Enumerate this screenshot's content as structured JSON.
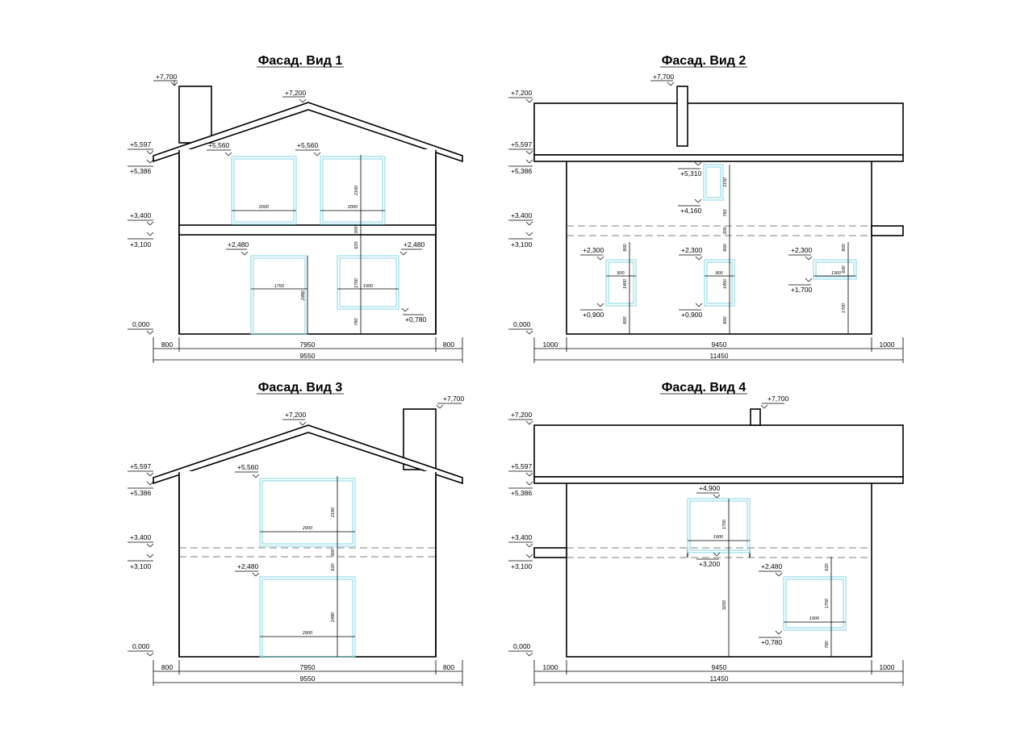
{
  "titles": [
    "Фасад. Вид 1",
    "Фасад. Вид 2",
    "Фасад. Вид 3",
    "Фасад. Вид 4"
  ],
  "v1": {
    "levels": {
      "chimney": "+7,700",
      "ridge": "+7,200",
      "eave_top": "+5,597",
      "eave_bot": "+5,386",
      "floor2": "+3,400",
      "ceil1": "+3,100",
      "ground": "0,000"
    },
    "win_top": [
      "+5,560",
      "+5,560"
    ],
    "win_bottom": [
      "+2,480",
      "+2,480"
    ],
    "sill": "+0,780",
    "inner": {
      "w1": "2000",
      "w2": "2000",
      "h_upper": "2160",
      "slab": "300",
      "gap": "620",
      "door_w": "1760",
      "door_h": "2480",
      "w3_h": "1700",
      "w3_w": "1900",
      "sill_h": "780"
    },
    "dims": {
      "left": "800",
      "mid": "7950",
      "right": "800",
      "total": "9550"
    }
  },
  "v2": {
    "levels": {
      "chimney": "+7,700",
      "roof_top": "+7,200",
      "eave_top": "+5,597",
      "eave_bot": "+5,386",
      "floor2": "+3,400",
      "ceil1": "+3,100",
      "ground": "0,000"
    },
    "win_top": "+5,310",
    "win_top_bot": "+4,160",
    "lower": [
      "+2,300",
      "+2,300",
      "+2,300"
    ],
    "lower_bot": [
      "+0,900",
      "+0,900",
      "+1,700"
    ],
    "inner": {
      "top_h": "1150",
      "top_gap": "760",
      "slab": "300",
      "top_sill": "800",
      "w_a": "900",
      "h_a": "1400",
      "w_b": "900",
      "h_b": "1400",
      "w_c": "1300",
      "h_c": "600",
      "sill_a": "800",
      "sill_b": "800",
      "sill_c": "1700",
      "gap_c": "800",
      "gap_a": "800"
    },
    "dims": {
      "left": "1000",
      "mid": "9450",
      "right": "1000",
      "total": "11450"
    }
  },
  "v3": {
    "levels": {
      "chimney": "+7,700",
      "ridge": "+7,200",
      "eave_top": "+5,597",
      "eave_bot": "+5,386",
      "floor2": "+3,400",
      "ceil1": "+3,100",
      "ground": "0,000"
    },
    "win_top": "+5,560",
    "win_bottom": "+2,480",
    "inner": {
      "w_up": "2900",
      "h_up": "2160",
      "slab": "300",
      "gap": "620",
      "w_dn": "2900",
      "h_dn": "2480"
    },
    "dims": {
      "left": "800",
      "mid": "7950",
      "right": "800",
      "total": "9550"
    }
  },
  "v4": {
    "levels": {
      "chimney": "+7,700",
      "roof_top": "+7,200",
      "eave_top": "+5,597",
      "eave_bot": "+5,386",
      "floor2": "+3,400",
      "ceil1": "+3,100",
      "ground": "0,000"
    },
    "win_top": "+4,900",
    "win_top_bot": "+3,200",
    "win_r": "+2,480",
    "sill": "+0,780",
    "inner": {
      "w_top": "1900",
      "h_top": "1700",
      "h_dn": "3200",
      "gap": "620",
      "w_r": "1900",
      "h_r": "1700",
      "sill": "780"
    },
    "dims": {
      "left": "1000",
      "mid": "9450",
      "right": "1000",
      "total": "11450"
    }
  }
}
